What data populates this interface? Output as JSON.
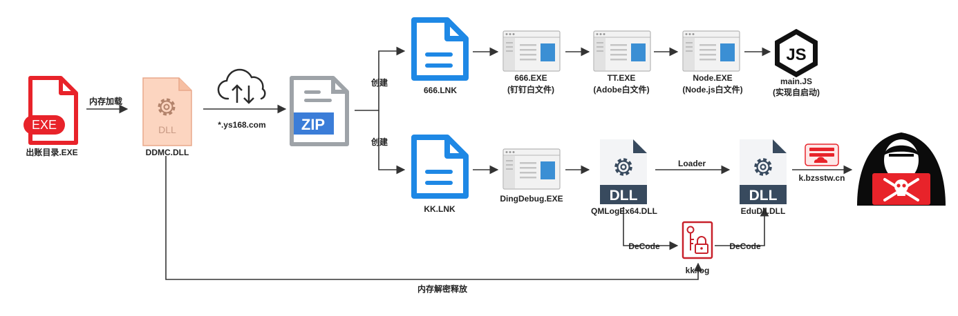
{
  "nodes": {
    "exe": {
      "label": "出账目录.EXE",
      "badge": "EXE"
    },
    "ddmc": {
      "label": "DDMC.DLL",
      "badge": "DLL"
    },
    "cloud": {
      "label": "*.ys168.com"
    },
    "zip": {
      "badge": "ZIP"
    },
    "lnk666": {
      "label": "666.LNK"
    },
    "lnkkk": {
      "label": "KK.LNK"
    },
    "exe666": {
      "label": "666.EXE",
      "sublabel": "(钉钉白文件)"
    },
    "tt": {
      "label": "TT.EXE",
      "sublabel": "(Adobe白文件)"
    },
    "node": {
      "label": "Node.EXE",
      "sublabel": "(Node.js白文件)"
    },
    "mainjs": {
      "label": "main.JS",
      "sublabel": "(实现自启动)",
      "badge": "JS"
    },
    "dingdebug": {
      "label": "DingDebug.EXE"
    },
    "qmlog": {
      "label": "QMLogEx64.DLL",
      "badge": "DLL"
    },
    "edudll": {
      "label": "EduDll.DLL",
      "badge": "DLL"
    },
    "kklog": {
      "label": "kk.log"
    },
    "server": {
      "label": "k.bzsstw.cn"
    }
  },
  "edges": {
    "load": "内存加载",
    "create_top": "创建",
    "create_bottom": "创建",
    "loader": "Loader",
    "decode_left": "DeCode",
    "decode_right": "DeCode",
    "mem_decrypt": "内存解密释放"
  },
  "colors": {
    "exe_red": "#e8232a",
    "dll_fill": "#fcd5c0",
    "dll_stroke": "#e8a88a",
    "doc_blue": "#1e88e5",
    "zip_gray": "#9ea3a8",
    "zip_blue": "#3b7dd8",
    "dark_doc": "#384a5e",
    "window_blue": "#3b8fd4",
    "key_red": "#c8202a"
  }
}
